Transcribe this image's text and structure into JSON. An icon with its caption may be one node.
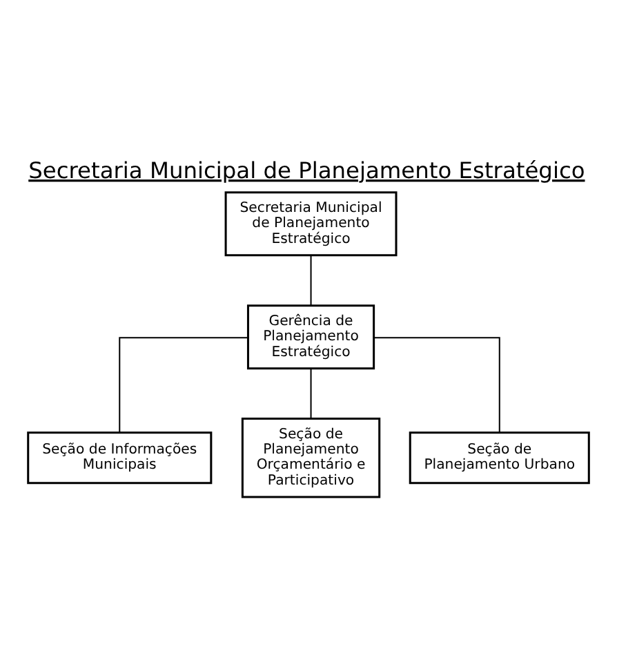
{
  "diagram": {
    "title": "Secretaria Municipal de Planejamento Estratégico",
    "nodes": [
      {
        "text": [
          "Secretaria Municipal de Planejamento Estratégico"
        ]
      },
      {
        "text": [
          "Gerência de Planejamento Estratégico"
        ]
      },
      {
        "text": [
          "Seção de Informações Municipais"
        ]
      },
      {
        "text": [
          "Seção de Planejamento Orçamentário e Participativo"
        ]
      },
      {
        "text": [
          "Seção de Planejamento Urbano"
        ]
      }
    ],
    "edges": [
      {
        "from": 0,
        "to": 1,
        "arrow": "none"
      },
      {
        "from": 1,
        "to": 2,
        "arrow": "none"
      },
      {
        "from": 1,
        "to": 3,
        "arrow": "none"
      },
      {
        "from": 1,
        "to": 4,
        "arrow": "none"
      }
    ]
  }
}
